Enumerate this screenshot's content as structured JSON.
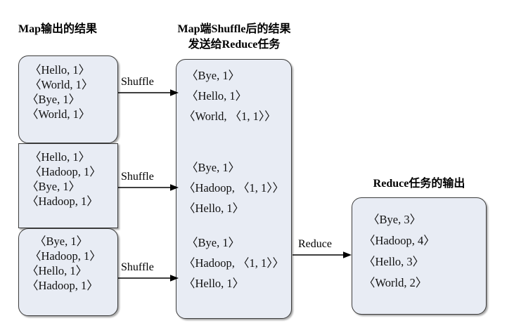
{
  "diagram": {
    "title_map_output": "Map输出的结果",
    "title_shuffle_line1": "Map端Shuffle后的结果",
    "title_shuffle_line2": "发送给Reduce任务",
    "title_reduce_output": "Reduce任务的输出",
    "colors": {
      "box_fill": "#e8ecf4",
      "box_border": "#3b3b3b",
      "text": "#000000",
      "background": "#ffffff"
    },
    "map_boxes": [
      {
        "lines": [
          "〈Hello, 1〉",
          "〈World, 1〉",
          "〈Bye, 1〉",
          "〈World, 1〉"
        ]
      },
      {
        "lines": [
          "〈Hello, 1〉",
          "〈Hadoop, 1〉",
          "〈Bye, 1〉",
          "〈Hadoop, 1〉"
        ]
      },
      {
        "lines": [
          "〈Bye, 1〉",
          "〈Hadoop, 1〉",
          "〈Hello, 1〉",
          "〈Hadoop, 1〉"
        ]
      }
    ],
    "shuffle_groups": [
      {
        "lines": [
          "〈Bye, 1〉",
          "〈Hello, 1〉",
          "〈World, 〈1, 1〉〉"
        ]
      },
      {
        "lines": [
          "〈Bye, 1〉",
          "〈Hadoop, 〈1, 1〉〉",
          "〈Hello, 1〉"
        ]
      },
      {
        "lines": [
          "〈Bye, 1〉",
          "〈Hadoop, 〈1, 1〉〉",
          "〈Hello, 1〉"
        ]
      }
    ],
    "reduce_output": {
      "lines": [
        "〈Bye, 3〉",
        "〈Hadoop, 4〉",
        "〈Hello, 3〉",
        "〈World, 2〉"
      ]
    },
    "arrows": [
      {
        "label": "Shuffle"
      },
      {
        "label": "Shuffle"
      },
      {
        "label": "Shuffle"
      },
      {
        "label": "Reduce"
      }
    ]
  }
}
